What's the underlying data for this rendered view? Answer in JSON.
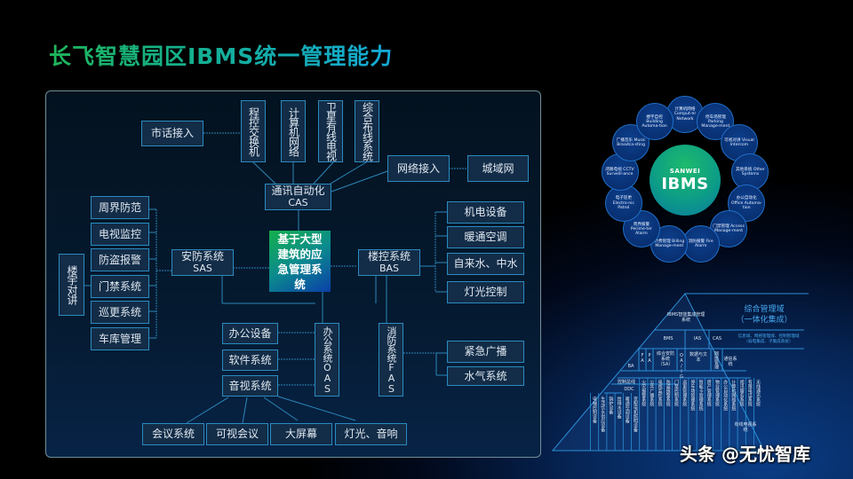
{
  "title": "长飞智慧园区IBMS统一管理能力",
  "diagram": {
    "center": "基于大型建筑的应急管理系统",
    "cas": {
      "label": "通讯自动化",
      "sub": "CAS",
      "children": [
        "程控交换机",
        "计算机网络",
        "卫星有线电视",
        "综合布线系统"
      ],
      "city_phone": "市话接入",
      "network_access": "网络接入",
      "metro_net": "城域网"
    },
    "sas": {
      "label": "安防系统",
      "sub": "SAS",
      "children": [
        "周界防范",
        "电视监控",
        "防盗报警",
        "门禁系统",
        "巡更系统",
        "车库管理"
      ],
      "intercom": "楼宇对讲"
    },
    "bas": {
      "label": "楼控系统",
      "sub": "BAS",
      "children": [
        "机电设备",
        "暖通空调",
        "自来水、中水",
        "灯光控制"
      ]
    },
    "oas": {
      "label": "办公系统OAS",
      "children": [
        "办公设备",
        "软件系统",
        "音视系统"
      ]
    },
    "fas": {
      "label": "消防系统FAS",
      "children": [
        "紧急广播",
        "水气系统"
      ]
    },
    "av": {
      "children": [
        "会议系统",
        "可视会议",
        "大屏幕",
        "灯光、音响"
      ]
    }
  },
  "ibms_ring": {
    "brand": "SANWEI",
    "name": "IBMS",
    "nodes": [
      "计算机网络 Comput-er Network",
      "停车场管理 Parking Manage-ment",
      "可视对讲 Visual Intercom",
      "其他系统 Other Systems",
      "办公自动化Office Automa-tion",
      "门禁管理 Access Manage-ment",
      "消防报警 Fire Alarm",
      "计费管理 Billing Manage-ment",
      "周界报警 Perime-ter Alarm",
      "电子巡更 Electro-nic Patrol",
      "闭路电视 CCTV Surveill-ance",
      "广播音乐 Music Broadca-sting",
      "楼宇自控 Building Automa-tion"
    ]
  },
  "pyramid": {
    "top": "IBMS智能集成管理系统",
    "domain1": "综合管理域",
    "domain1_sub": "（一体化集成）",
    "domain2": "信息域、网络管理域、控制管理域",
    "domain2_sub": "（弱电集成、子集成系统）",
    "row2": [
      "BMS",
      "IAS",
      "CAS"
    ],
    "row3": [
      "BA",
      "FA",
      "PA",
      "综合安防系统（SA）",
      "OA/IG",
      "数据与文本",
      "网络管理",
      "通信系统"
    ],
    "bus": "控制总线",
    "ddc": "DDC",
    "bottom": [
      "电梯控制设备",
      "生活饮水供应设备",
      "锅炉设备",
      "给排水设备",
      "暖通空调设备",
      "变配电和照明设备",
      "火灾报警系统",
      "公共广播系统",
      "电视监控系统",
      "防盗报警系统",
      "门禁控制系统",
      "巡更管理系统",
      "停车场管理系统",
      "智能卡管理系统",
      "房产管理系统",
      "物业管理系统",
      "办公自动化系统",
      "计算机网络系统",
      "视讯服务系统",
      "有限电话系统",
      "无线通讯系统",
      "有线电视系统"
    ]
  },
  "watermark": "头条 @无忧智库"
}
